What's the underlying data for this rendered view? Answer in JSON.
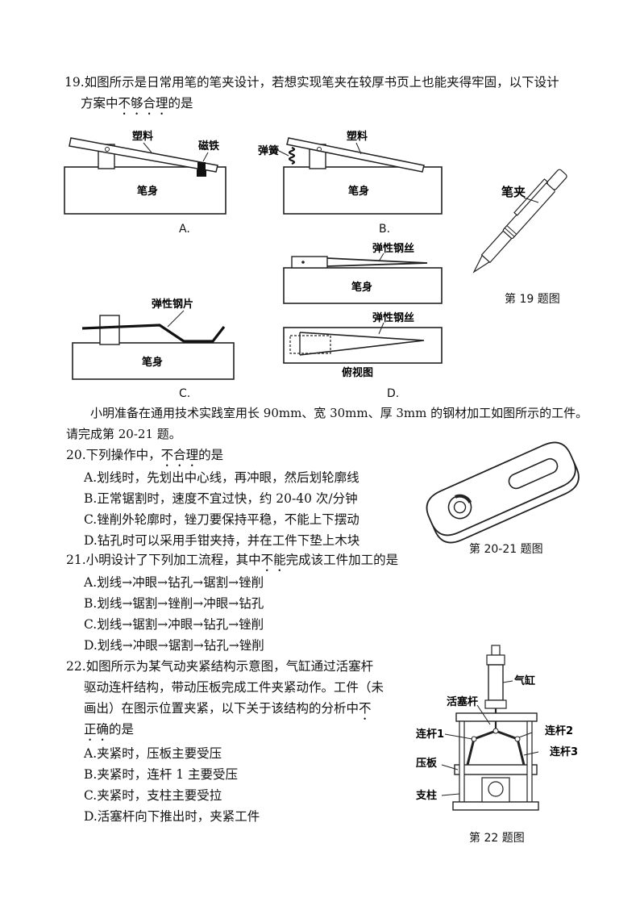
{
  "q19": {
    "line1": "19.如图所示是日常用笔的笔夹设计，若想实现笔夹在较厚书页上也能夹得牢固，以下设计",
    "line2_pre": "方案中",
    "line2_emph": "不够合理",
    "line2_post": "的是",
    "labels": {
      "plastic": "塑料",
      "magnet": "磁铁",
      "spring": "弹簧",
      "pen_body": "笔身",
      "clip": "笔夹",
      "steel_sheet": "弹性钢片",
      "steel_wire": "弹性钢丝",
      "top_view": "俯视图"
    },
    "opt_a": "A.",
    "opt_b": "B.",
    "opt_c": "C.",
    "opt_d": "D.",
    "fig_caption": "第 19 题图"
  },
  "intro": {
    "line1": "小明准备在通用技术实践室用长 90mm、宽 30mm、厚 3mm 的钢材加工如图所示的工件。",
    "line2": "请完成第 20-21 题。"
  },
  "q20": {
    "stem_pre": "20.下列操作中，",
    "stem_emph": "不合理",
    "stem_post": "的是",
    "options": [
      "A.划线时，先划出中心线，再冲眼，然后划轮廓线",
      "B.正常锯割时，速度不宜过快，约 20-40 次/分钟",
      "C.锉削外轮廓时，锉刀要保持平稳，不能上下摆动",
      "D.钻孔时可以采用手钳夹持，并在工件下垫上木块"
    ],
    "fig_caption": "第 20-21 题图"
  },
  "q21": {
    "stem_pre": "21.小明设计了下列加工流程，其中",
    "stem_emph": "不能",
    "stem_post": "完成该工件加工的是",
    "options": [
      "A.划线→冲眼→钻孔→锯割→锉削",
      "B.划线→锯割→锉削→冲眼→钻孔",
      "C.划线→锯割→冲眼→钻孔→锉削",
      "D.划线→冲眼→锯割→钻孔→锉削"
    ]
  },
  "q22": {
    "line1": "22.如图所示为某气动夹紧结构示意图，气缸通过活塞杆",
    "line2": "驱动连杆结构，带动压板完成工件夹紧动作。工件（未",
    "line3_pre": "画出）在图示位置夹紧，以下关于该结构的分析中",
    "line3_emph": "不",
    "line4_emph": "正确",
    "line4_post": "的是",
    "options": [
      "A.夹紧时，压板主要受压",
      "B.夹紧时，连杆 1 主要受压",
      "C.夹紧时，支柱主要受拉",
      "D.活塞杆向下推出时，夹紧工件"
    ],
    "labels": {
      "cylinder": "气缸",
      "piston_rod": "活塞杆",
      "link1": "连杆1",
      "link2": "连杆2",
      "link3": "连杆3",
      "press_plate": "压板",
      "pillar": "支柱"
    },
    "fig_caption": "第 22 题图"
  }
}
